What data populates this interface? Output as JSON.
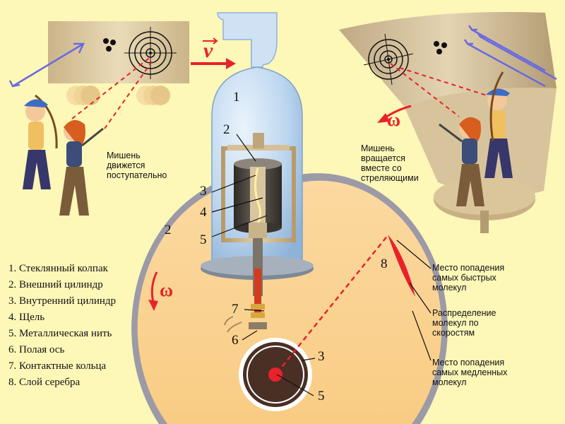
{
  "legend": {
    "items": [
      "1. Стеклянный колпак",
      "2. Внешний цилиндр",
      "3. Внутренний цилиндр",
      "4. Щель",
      "5. Металлическая нить",
      "6. Полая ось",
      "7. Контактные кольца",
      "8. Слой серебра"
    ]
  },
  "left_panel": {
    "velocity_symbol": "v",
    "caption": [
      "Мишень",
      "движется",
      "поступательно"
    ]
  },
  "right_panel": {
    "omega_symbol": "ω",
    "caption": [
      "Мишень",
      "вращается",
      "вместе со",
      "стреляющими"
    ]
  },
  "main": {
    "omega_symbol": "ω",
    "numbers": {
      "n1": "1",
      "n2_top": "2",
      "n2_left": "2",
      "n3_top": "3",
      "n4": "4",
      "n5_top": "5",
      "n7": "7",
      "n6": "6",
      "n3_bottom": "3",
      "n5_bottom": "5",
      "n8": "8"
    }
  },
  "annotations": {
    "fast": [
      "Место попадения",
      "самых быстрых",
      "молекул"
    ],
    "dist": [
      "Распределение",
      "молекул по",
      "скоростям"
    ],
    "slow": [
      "Место попадения",
      "самых медленных",
      "молекул"
    ]
  },
  "colors": {
    "background": "#fdf7b8",
    "drum_fill": "#fcd593",
    "drum_rim": "#9b9aa6",
    "accent_red": "#e8222a",
    "target_panel": "#dccaa4",
    "cylinder_dark": "#4d463e",
    "glass": "#b9d4ef"
  },
  "icons": [
    "target-icon",
    "arrow-icon",
    "archer-figure",
    "bell-jar",
    "velocity-arrow",
    "omega-arrow"
  ]
}
